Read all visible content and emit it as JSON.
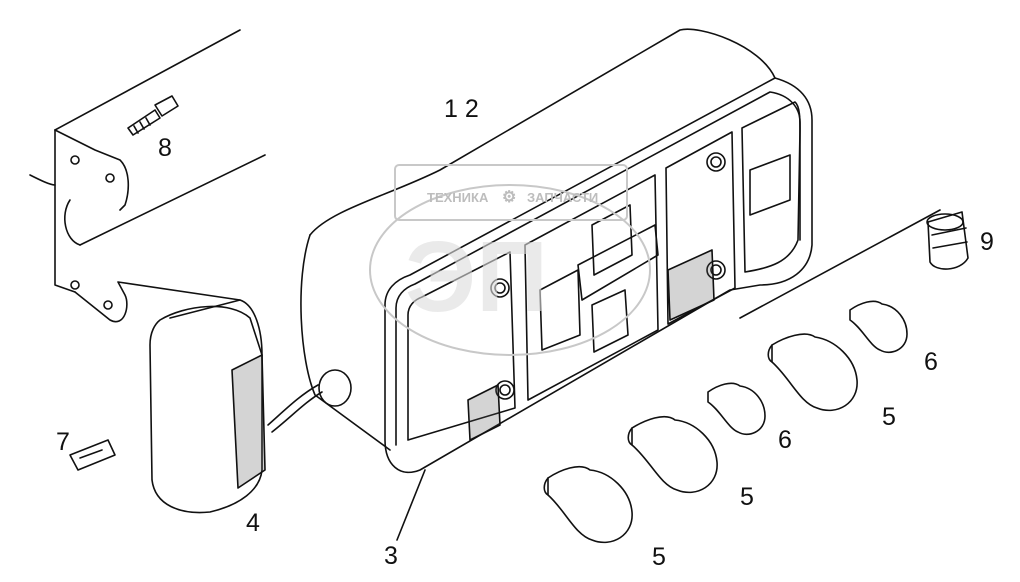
{
  "watermark": {
    "text_left": "ТЕХНИКА",
    "text_right": "ЗАПЧАСТИ",
    "monogram": "ЭП",
    "color": "#c8c8c8"
  },
  "colors": {
    "line": "#111111",
    "background": "#ffffff"
  },
  "parts": [
    {
      "id": "p12",
      "label": "1 2"
    },
    {
      "id": "p8",
      "label": "8"
    },
    {
      "id": "p9",
      "label": "9"
    },
    {
      "id": "p7",
      "label": "7"
    },
    {
      "id": "p4",
      "label": "4"
    },
    {
      "id": "p3",
      "label": "3"
    },
    {
      "id": "p6a",
      "label": "6"
    },
    {
      "id": "p5a",
      "label": "5"
    },
    {
      "id": "p6b",
      "label": "6"
    },
    {
      "id": "p5b",
      "label": "5"
    },
    {
      "id": "p5c",
      "label": "5"
    }
  ]
}
